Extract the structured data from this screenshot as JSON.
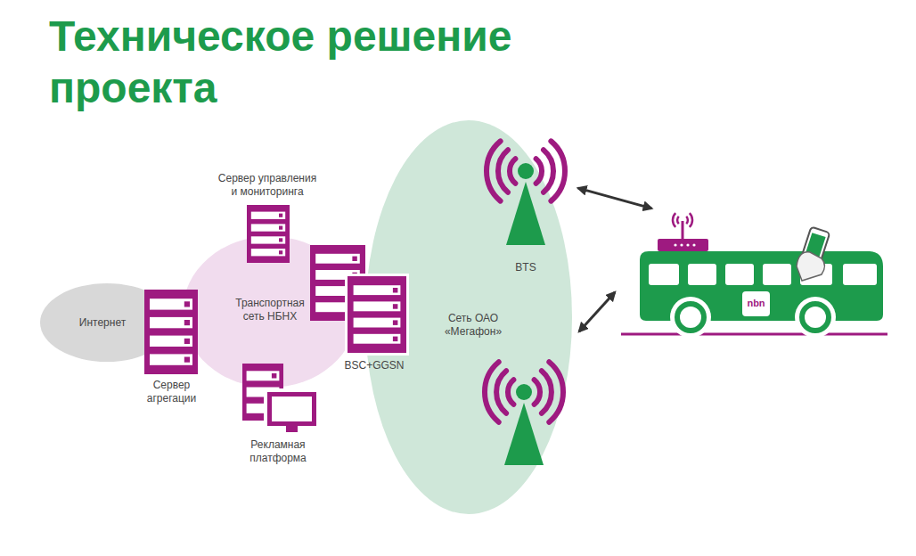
{
  "diagram": {
    "title": "Техническое решение проекта",
    "nodes": [
      {
        "text": [
          "Интернет"
        ]
      },
      {
        "text": [
          "Сервер агрегации"
        ]
      },
      {
        "text": [
          "Транспортная сеть НБНХ"
        ]
      },
      {
        "text": [
          "Сервер управления и мониторинга"
        ]
      },
      {
        "text": [
          "Рекламная платформа"
        ]
      },
      {
        "text": [
          "BSC+GGSN"
        ]
      },
      {
        "text": [
          "Сеть ОАО «Мегафон»"
        ]
      },
      {
        "text": [
          "BTS"
        ],
        "in": 6
      },
      {
        "text": [
          "nbn"
        ]
      }
    ],
    "edges": [
      {
        "from": 7,
        "to": 8,
        "arrow": "both"
      }
    ]
  }
}
